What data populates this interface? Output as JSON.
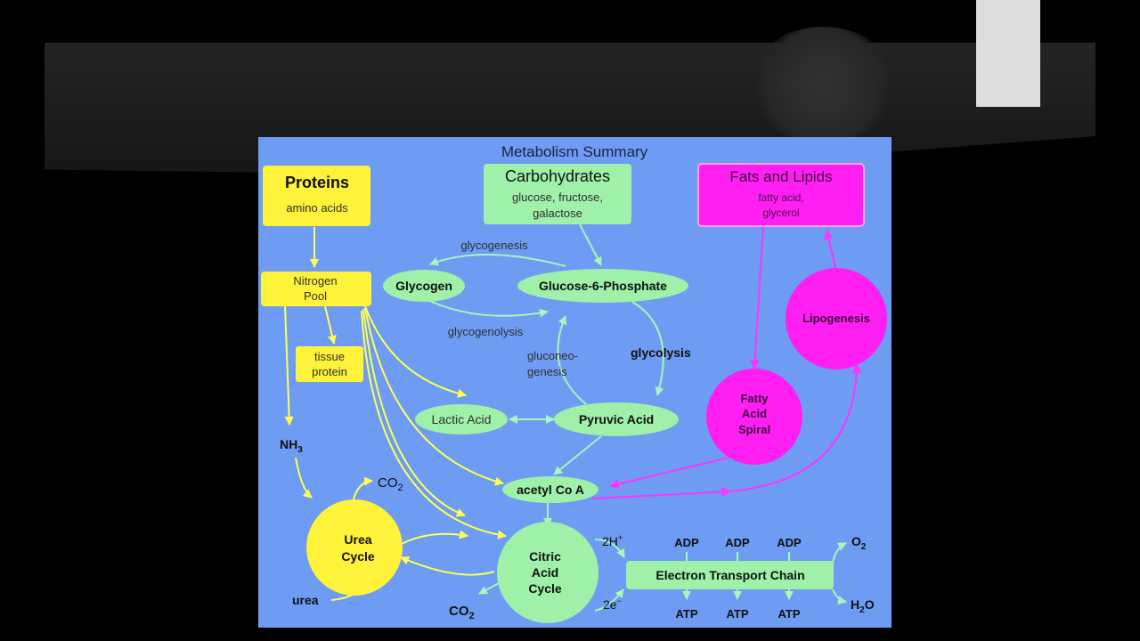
{
  "title": "Metabolism Summary",
  "proteins": {
    "title": "Proteins",
    "sub": "amino acids"
  },
  "carbohydrates": {
    "title": "Carbohydrates",
    "sub1": "glucose, fructose,",
    "sub2": "galactose"
  },
  "fats": {
    "title": "Fats and Lipids",
    "sub1": "fatty acid,",
    "sub2": "glycerol"
  },
  "nitrogen_pool": {
    "line1": "Nitrogen",
    "line2": "Pool"
  },
  "tissue_protein": {
    "line1": "tissue",
    "line2": "protein"
  },
  "glycogen": "Glycogen",
  "g6p": "Glucose-6-Phosphate",
  "glycogenesis": "glycogenesis",
  "glycogenolysis": "glycogenolysis",
  "gluconeogenesis": {
    "line1": "gluconeo-",
    "line2": "genesis"
  },
  "glycolysis": "glycolysis",
  "lactic_acid": "Lactic Acid",
  "pyruvic_acid": "Pyruvic Acid",
  "lipogenesis": "Lipogenesis",
  "fatty_acid_spiral": {
    "line1": "Fatty",
    "line2": "Acid",
    "line3": "Spiral"
  },
  "nh3": {
    "base": "NH",
    "sub": "3"
  },
  "acetyl_coa": "acetyl Co A",
  "co2_top": {
    "base": "CO",
    "sub": "2"
  },
  "urea_cycle": {
    "line1": "Urea",
    "line2": "Cycle"
  },
  "urea": "urea",
  "citric_acid_cycle": {
    "line1": "Citric",
    "line2": "Acid",
    "line3": "Cycle"
  },
  "co2_bottom": {
    "base": "CO",
    "sub": "2"
  },
  "h_plus": {
    "base": "2H",
    "sup": "+"
  },
  "e_minus": {
    "base": "2e",
    "sup": "−"
  },
  "adp": [
    "ADP",
    "ADP",
    "ADP"
  ],
  "atp": [
    "ATP",
    "ATP",
    "ATP"
  ],
  "etc": "Electron Transport Chain",
  "o2": {
    "base": "O",
    "sub": "2"
  },
  "h2o": {
    "base": "H",
    "sub": "2",
    "tail": "O"
  },
  "colors": {
    "background": "#6d9cf2",
    "protein": "#fff23a",
    "carb": "#9ff0a8",
    "fat": "#ff1ff2",
    "arrow_yellow": "#ffff55",
    "arrow_green": "#a8f5bd",
    "arrow_magenta": "#ff33ff"
  }
}
